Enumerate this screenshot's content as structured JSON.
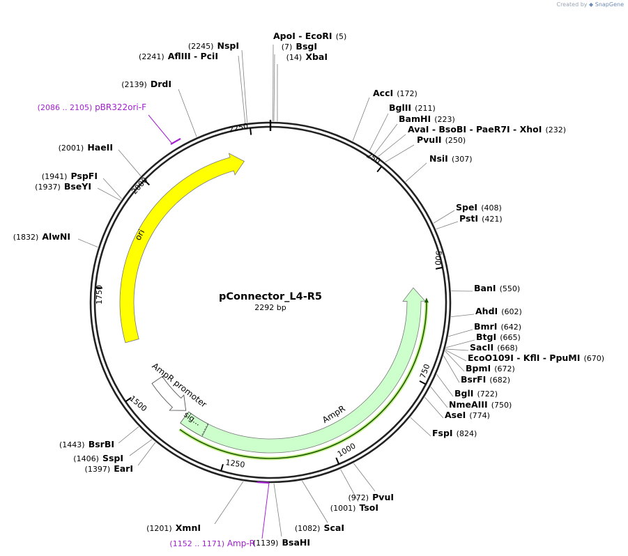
{
  "credit": {
    "prefix": "Created by",
    "brand": "SnapGene"
  },
  "plasmid": {
    "name": "pConnector_L4-R5",
    "size_label": "2292 bp",
    "length": 2292
  },
  "colors": {
    "backbone": "#222222",
    "ori": "#ffff00",
    "ampr": "#ccffcc",
    "primer": "#a020d0",
    "leader": "#7f7f7f"
  },
  "ticks": [
    "250",
    "500",
    "750",
    "1000",
    "1250",
    "1500",
    "1750",
    "2000",
    "2250"
  ],
  "features": [
    {
      "name": "ori",
      "type": "ori",
      "color": "#ffff00"
    },
    {
      "name": "AmpR",
      "type": "cds",
      "color": "#ccffcc"
    },
    {
      "name": "AmpR promoter",
      "type": "promoter",
      "color": "#ffffff"
    },
    {
      "name": "sig...",
      "type": "signal",
      "color": "#ccffcc"
    }
  ],
  "primers": [
    {
      "range": "(2086 .. 2105)",
      "name": "pBR322ori-F"
    },
    {
      "range": "(1152 .. 1171)",
      "name": "Amp-R"
    }
  ],
  "sites": [
    {
      "name": "ApoI  - EcoRI",
      "pos": "(5)"
    },
    {
      "name": "BsgI",
      "pos": "(7)"
    },
    {
      "name": "XbaI",
      "pos": "(14)"
    },
    {
      "name": "AccI",
      "pos": "(172)"
    },
    {
      "name": "BglII",
      "pos": "(211)"
    },
    {
      "name": "BamHI",
      "pos": "(223)"
    },
    {
      "name": "AvaI  - BsoBI  - PaeR7I  - XhoI",
      "pos": "(232)"
    },
    {
      "name": "PvuII",
      "pos": "(250)"
    },
    {
      "name": "NsiI",
      "pos": "(307)"
    },
    {
      "name": "SpeI",
      "pos": "(408)"
    },
    {
      "name": "PstI",
      "pos": "(421)"
    },
    {
      "name": "BanI",
      "pos": "(550)"
    },
    {
      "name": "AhdI",
      "pos": "(602)"
    },
    {
      "name": "BmrI",
      "pos": "(642)"
    },
    {
      "name": "BtgI",
      "pos": "(665)"
    },
    {
      "name": "SacII",
      "pos": "(668)"
    },
    {
      "name": "EcoO109I  - KflI  - PpuMI",
      "pos": "(670)"
    },
    {
      "name": "BpmI",
      "pos": "(672)"
    },
    {
      "name": "BsrFI",
      "pos": "(682)"
    },
    {
      "name": "BglI",
      "pos": "(722)"
    },
    {
      "name": "NmeAIII",
      "pos": "(750)"
    },
    {
      "name": "AseI",
      "pos": "(774)"
    },
    {
      "name": "FspI",
      "pos": "(824)"
    },
    {
      "name": "PvuI",
      "pos": "(972)"
    },
    {
      "name": "TsoI",
      "pos": "(1001)"
    },
    {
      "name": "ScaI",
      "pos": "(1082)"
    },
    {
      "name": "BsaHI",
      "pos": "(1139)"
    },
    {
      "name": "XmnI",
      "pos": "(1201)"
    },
    {
      "name": "EarI",
      "pos": "(1397)"
    },
    {
      "name": "SspI",
      "pos": "(1406)"
    },
    {
      "name": "BsrBI",
      "pos": "(1443)"
    },
    {
      "name": "AlwNI",
      "pos": "(1832)"
    },
    {
      "name": "BseYI",
      "pos": "(1937)"
    },
    {
      "name": "PspFI",
      "pos": "(1941)"
    },
    {
      "name": "HaeII",
      "pos": "(2001)"
    },
    {
      "name": "DrdI",
      "pos": "(2139)"
    },
    {
      "name": "AflIII  - PciI",
      "pos": "(2241)"
    },
    {
      "name": "NspI",
      "pos": "(2245)"
    }
  ]
}
